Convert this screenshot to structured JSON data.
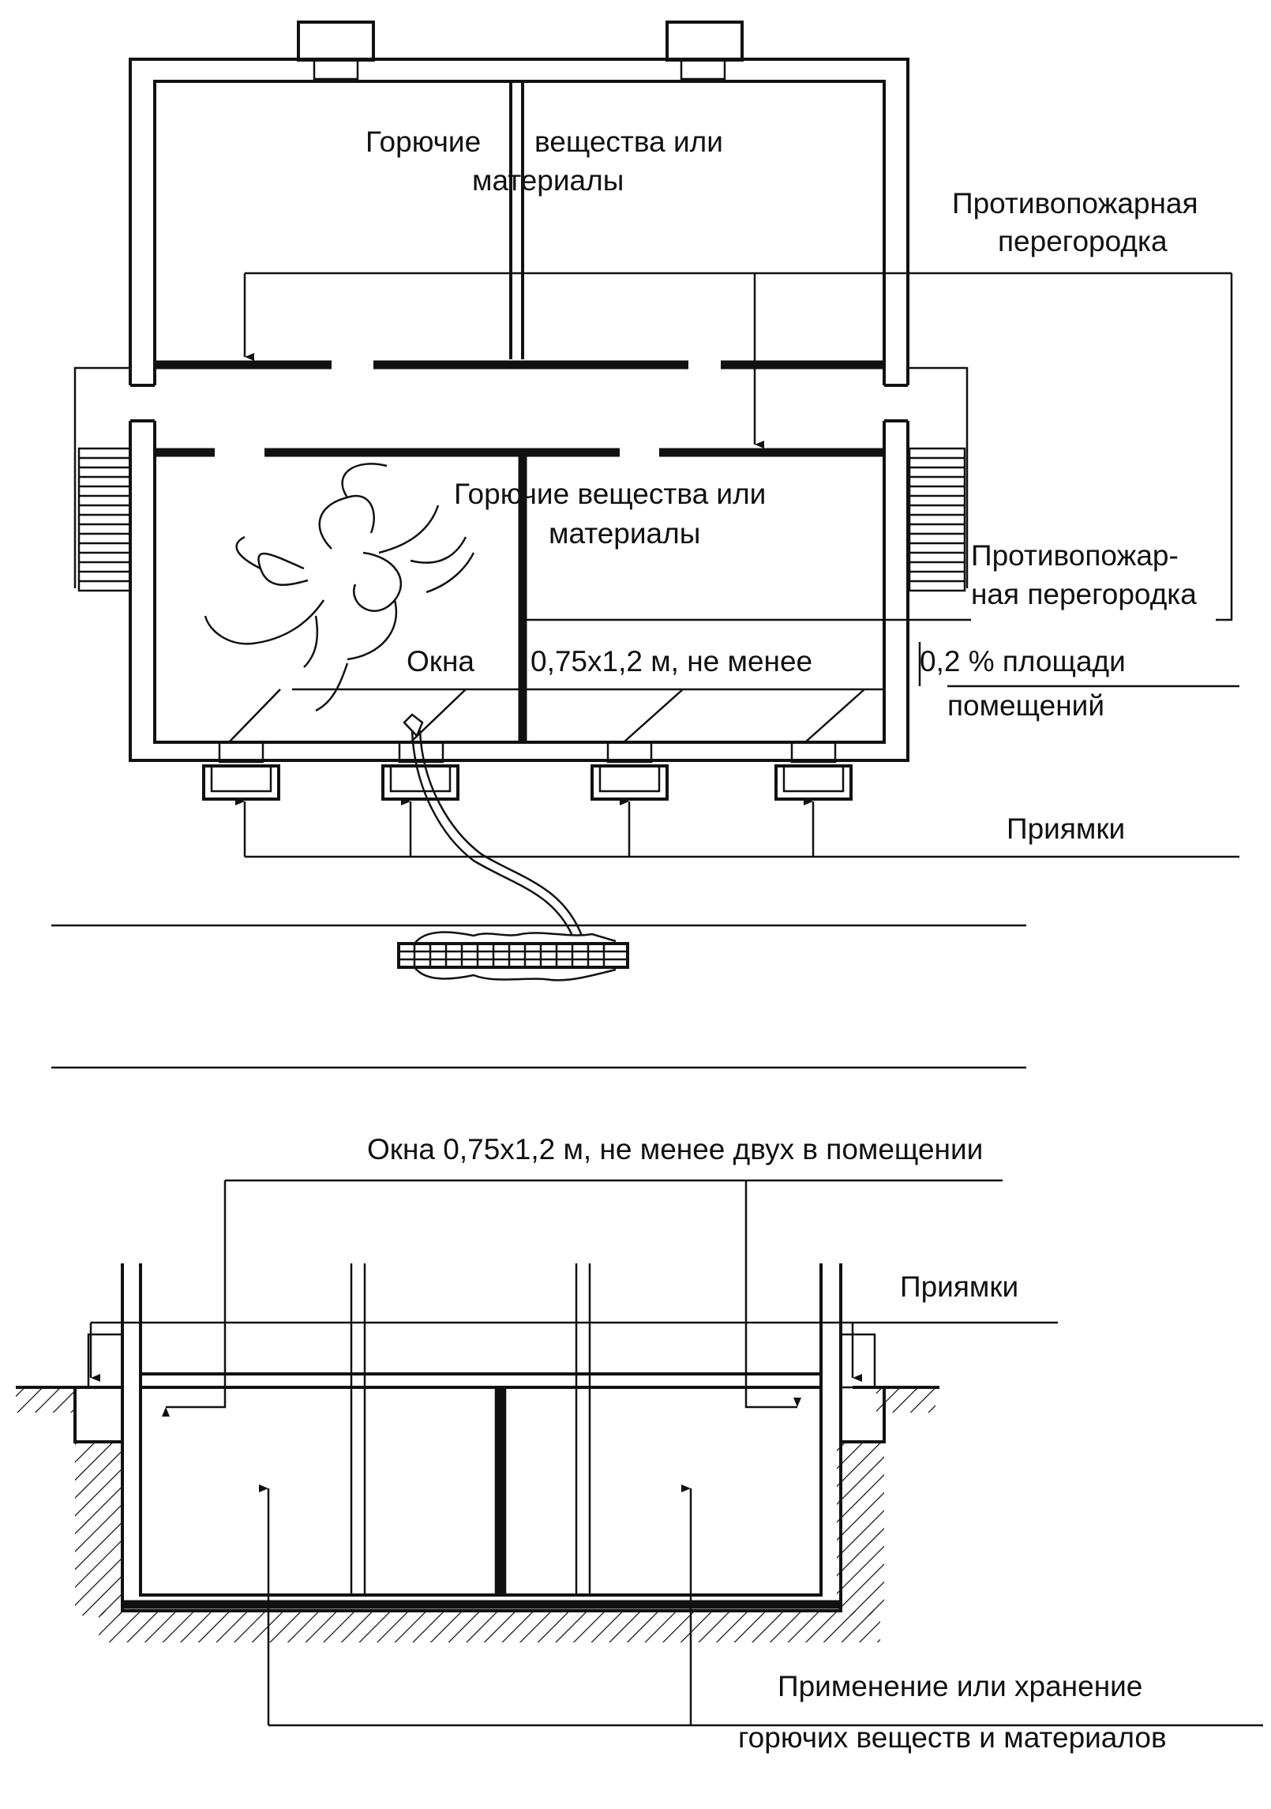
{
  "plan": {
    "room_top_label": [
      "Горючие",
      "вещества или",
      "материалы"
    ],
    "room_bottom_label": [
      "Горючие вещества или",
      "материалы"
    ],
    "firewall_label_1": [
      "Противопожарная",
      "перегородка"
    ],
    "firewall_label_2": [
      "Противопожар-",
      "ная перегородка"
    ],
    "windows_label": [
      "Окна",
      "0,75x1,2 м, не менее",
      "0,2 % площади",
      "помещений"
    ],
    "pits_label": "Приямки"
  },
  "section": {
    "windows_label": "Окна  0,75x1,2 м, не менее двух в помещении",
    "pits_label": "Приямки",
    "usage_label": [
      "Применение или хранение",
      "горючих веществ и материалов"
    ]
  }
}
